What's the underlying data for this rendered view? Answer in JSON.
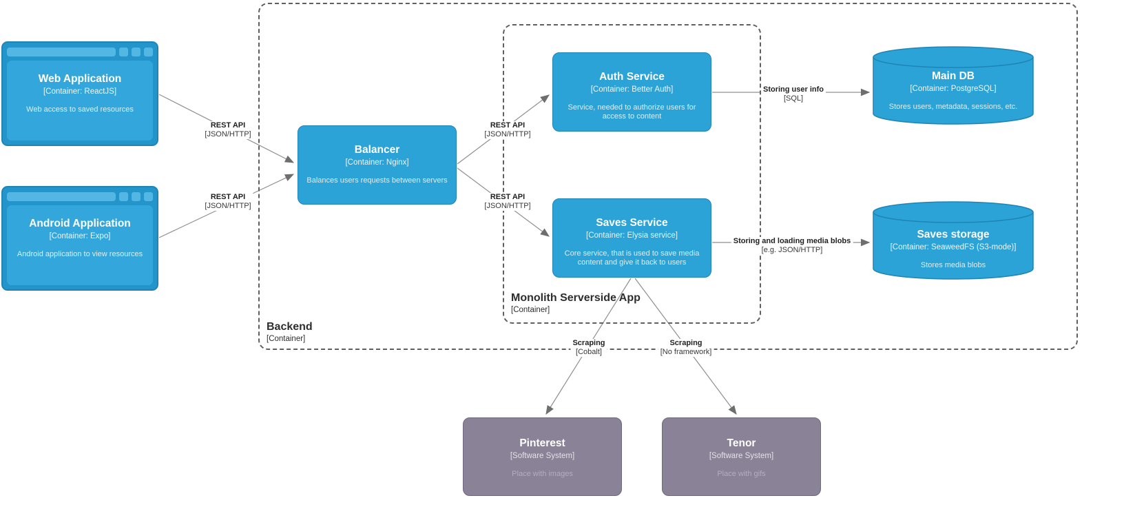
{
  "boundaries": {
    "backend": {
      "label": "Backend",
      "type": "[Container]"
    },
    "monolith": {
      "label": "Monolith Serverside App",
      "type": "[Container]"
    }
  },
  "nodes": {
    "web_app": {
      "title": "Web Application",
      "subtitle": "[Container: ReactJS]",
      "description": "Web access to saved resources"
    },
    "android_app": {
      "title": "Android Application",
      "subtitle": "[Container: Expo]",
      "description": "Android application to view resources"
    },
    "balancer": {
      "title": "Balancer",
      "subtitle": "[Container: Nginx]",
      "description": "Balances users requests between servers"
    },
    "auth_service": {
      "title": "Auth Service",
      "subtitle": "[Container: Better Auth]",
      "description": "Service, needed to authorize users for access to content"
    },
    "saves_service": {
      "title": "Saves Service",
      "subtitle": "[Container: Elysia service]",
      "description": "Core service, that is used to save media content and give it back to users"
    },
    "main_db": {
      "title": "Main DB",
      "subtitle": "[Container: PostgreSQL]",
      "description": "Stores users, metadata, sessions, etc."
    },
    "saves_storage": {
      "title": "Saves storage",
      "subtitle": "[Container: SeaweedFS (S3-mode)]",
      "description": "Stores media blobs"
    },
    "pinterest": {
      "title": "Pinterest",
      "subtitle": "[Software System]",
      "description": "Place with images"
    },
    "tenor": {
      "title": "Tenor",
      "subtitle": "[Software System]",
      "description": "Place with gifs"
    }
  },
  "edges": {
    "web_balancer": {
      "label": "REST API",
      "tech": "[JSON/HTTP]"
    },
    "android_balancer": {
      "label": "REST API",
      "tech": "[JSON/HTTP]"
    },
    "balancer_auth": {
      "label": "REST API",
      "tech": "[JSON/HTTP]"
    },
    "balancer_saves": {
      "label": "REST API",
      "tech": "[JSON/HTTP]"
    },
    "auth_maindb": {
      "label": "Storing user info",
      "tech": "[SQL]"
    },
    "saves_blobstore": {
      "label": "Storing and loading media blobs",
      "tech": "[e.g. JSON/HTTP]"
    },
    "saves_pinterest": {
      "label": "Scraping",
      "tech": "[Cobalt]"
    },
    "saves_tenor": {
      "label": "Scraping",
      "tech": "[No framework]"
    }
  },
  "colors": {
    "container_fill": "#2ba3d7",
    "container_border": "#1f84b4",
    "browser_frame": "#2395cb",
    "browser_inner": "#33a7db",
    "browser_chrome": "#54b6e3",
    "external_fill": "#8a8296",
    "external_border": "#6f6880",
    "boundary_dash": "#5f5f5f",
    "arrow_line": "#8f8f8f",
    "arrow_head": "#6e6e6e"
  }
}
